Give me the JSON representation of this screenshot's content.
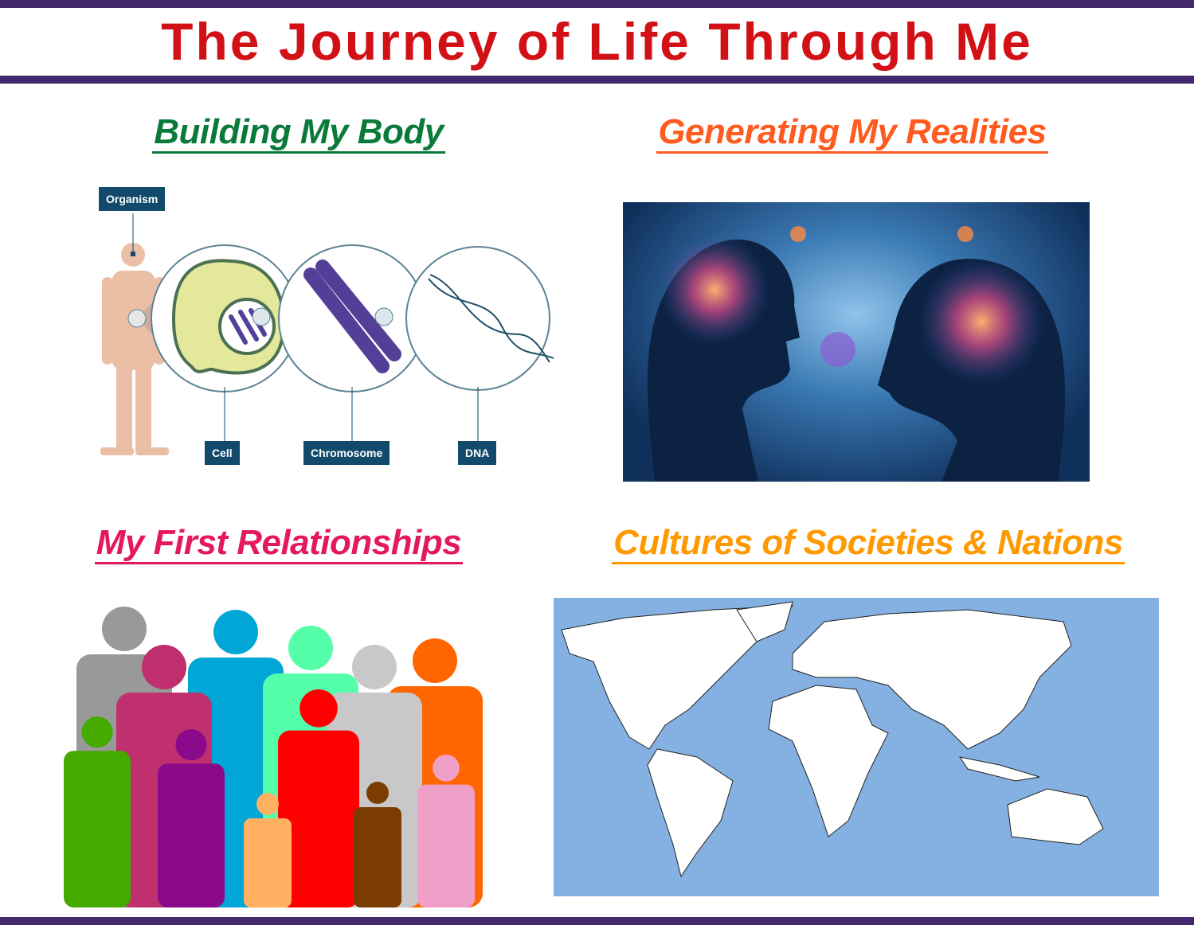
{
  "title": "The Journey of Life Through Me",
  "sections": {
    "body": {
      "heading": "Building My Body",
      "color": "#0a7a3a",
      "labels": {
        "organism": "Organism",
        "cell": "Cell",
        "chromosome": "Chromosome",
        "dna": "DNA"
      }
    },
    "realities": {
      "heading": "Generating My Realities",
      "color": "#ff5a1f"
    },
    "relationships": {
      "heading": "My First Relationships",
      "color": "#e4185f"
    },
    "cultures": {
      "heading": "Cultures of Societies & Nations",
      "color": "#ff9900"
    }
  },
  "colors": {
    "frame": "#42296e",
    "title": "#d21116",
    "ocean": "#84b1e1"
  }
}
